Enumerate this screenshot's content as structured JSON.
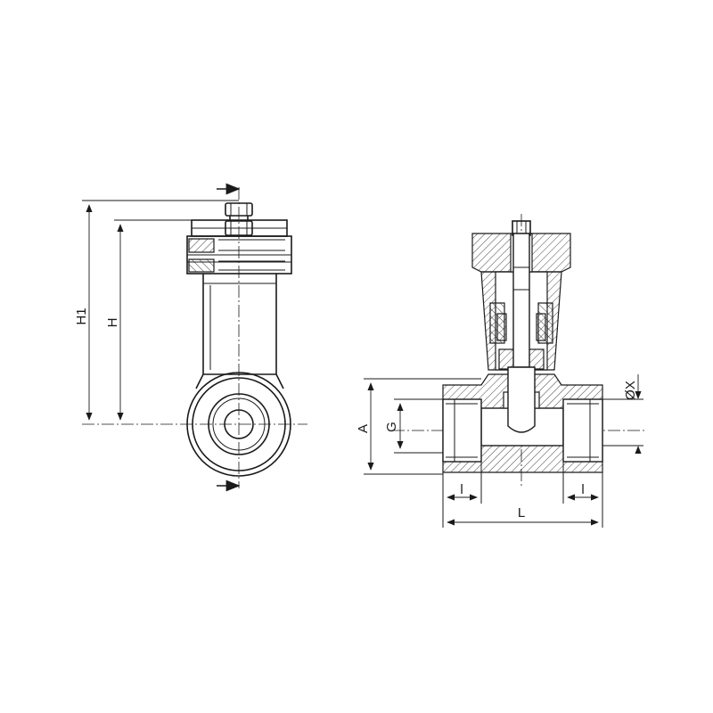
{
  "drawing": {
    "labels": {
      "H1": "H1",
      "H": "H",
      "A": "A",
      "G": "G",
      "X": "ØX",
      "l_left": "l",
      "l_right": "l",
      "L": "L"
    }
  }
}
